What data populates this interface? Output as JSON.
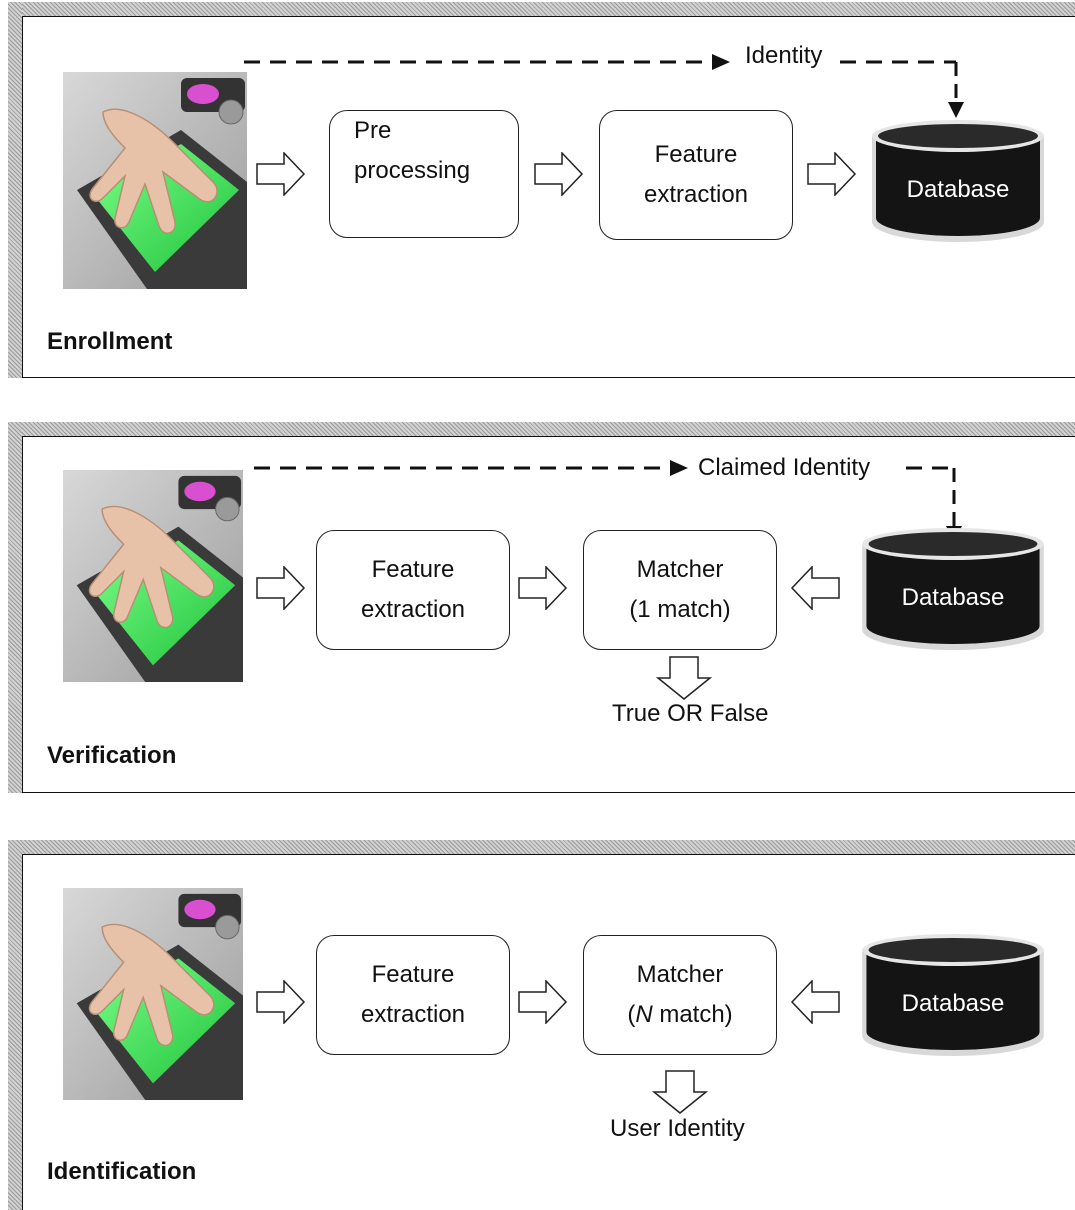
{
  "enrollment": {
    "label": "Enrollment",
    "identity_text": "Identity",
    "step1": {
      "line1": "Pre",
      "line2": "processing"
    },
    "step2": {
      "line1": "Feature",
      "line2": "extraction"
    },
    "database": "Database"
  },
  "verification": {
    "label": "Verification",
    "identity_text": "Claimed Identity",
    "step1": {
      "line1": "Feature",
      "line2": "extraction"
    },
    "step2": {
      "line1": "Matcher",
      "line2": "(1 match)"
    },
    "output": "True OR False",
    "database": "Database"
  },
  "identification": {
    "label": "Identification",
    "step1": {
      "line1": "Feature",
      "line2": "extraction"
    },
    "step2": {
      "line1": "Matcher",
      "line2_prefix": "(",
      "line2_italic": "N",
      "line2_suffix": " match)"
    },
    "output": "User Identity",
    "database": "Database"
  },
  "colors": {
    "database_fill": "#141414",
    "sensor_green": "#2fd64a",
    "frame": "#111111"
  }
}
